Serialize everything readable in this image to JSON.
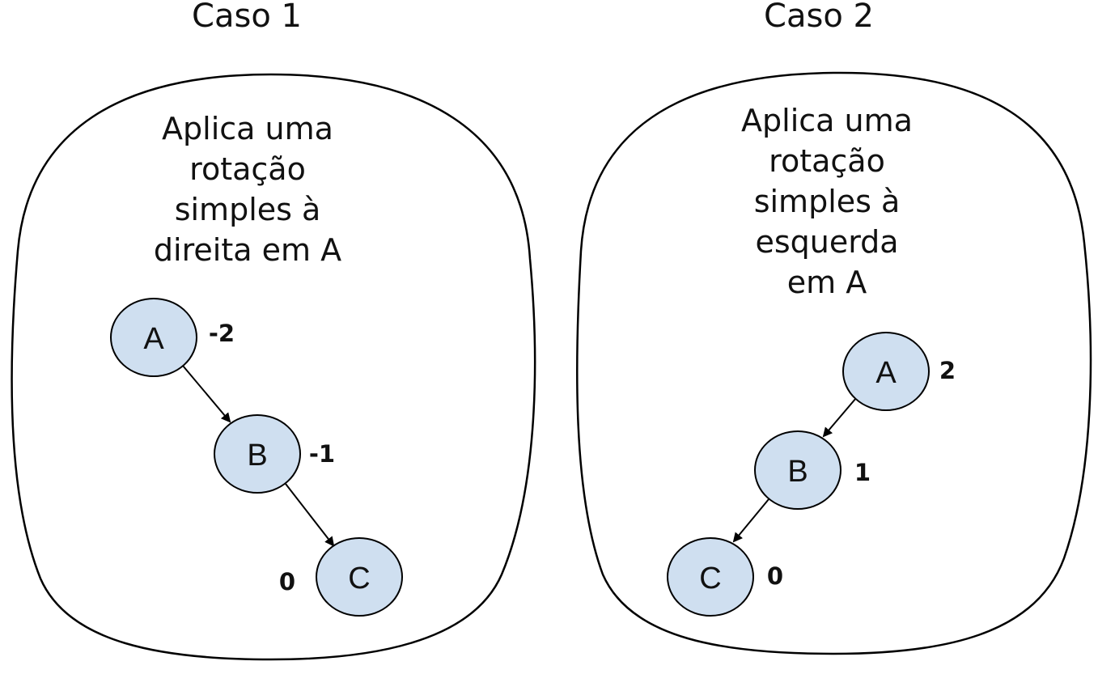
{
  "node_fill": "#cfdff0",
  "cases": [
    {
      "title": "Caso 1",
      "description": [
        "Aplica uma",
        "rotação",
        "simples à",
        "direita em A"
      ],
      "nodes": [
        {
          "label": "A",
          "balance": "-2"
        },
        {
          "label": "B",
          "balance": "-1"
        },
        {
          "label": "C",
          "balance": "0"
        }
      ]
    },
    {
      "title": "Caso 2",
      "description": [
        "Aplica uma",
        "rotação",
        "simples à",
        "esquerda",
        "em A"
      ],
      "nodes": [
        {
          "label": "A",
          "balance": "2"
        },
        {
          "label": "B",
          "balance": "1"
        },
        {
          "label": "C",
          "balance": "0"
        }
      ]
    }
  ]
}
